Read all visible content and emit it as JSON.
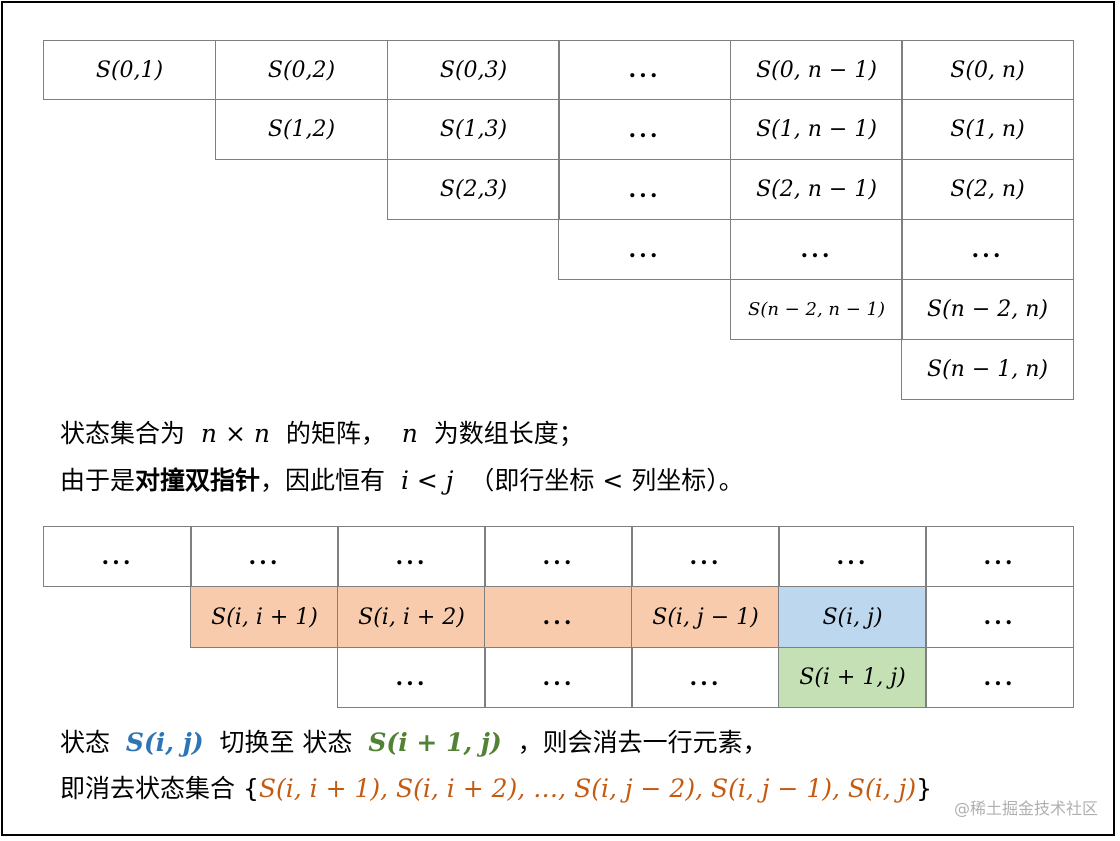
{
  "matrix_top": [
    [
      "S(0,1)",
      "S(0,2)",
      "S(0,3)",
      "...",
      "S(0, n − 1)",
      "S(0, n)"
    ],
    [
      "S(1,2)",
      "S(1,3)",
      "...",
      "S(1, n − 1)",
      "S(1, n)"
    ],
    [
      "S(2,3)",
      "...",
      "S(2, n − 1)",
      "S(2, n)"
    ],
    [
      "...",
      "...",
      "..."
    ],
    [
      "S(n − 2, n − 1)",
      "S(n − 2, n)"
    ],
    [
      "S(n − 1, n)"
    ]
  ],
  "note1": {
    "line1_a": "状态集合为 ",
    "line1_math1": "n × n",
    "line1_b": " 的矩阵， ",
    "line1_math2": "n",
    "line1_c": " 为数组长度；",
    "line2_a": "由于是",
    "line2_bold": "对撞双指针",
    "line2_b": "，因此恒有 ",
    "line2_math": "i < j",
    "line2_c": " （即行坐标 < 列坐标）。"
  },
  "matrix_bottom": {
    "row1": [
      "...",
      "...",
      "...",
      "...",
      "...",
      "...",
      "..."
    ],
    "row2": [
      "S(i, i + 1)",
      "S(i, i + 2)",
      "...",
      "S(i, j − 1)",
      "S(i, j)",
      "..."
    ],
    "row3": [
      "...",
      "...",
      "...",
      "S(i + 1, j)",
      "..."
    ]
  },
  "note2": {
    "line1_a": "状态 ",
    "line1_math_blue": "S(i, j)",
    "line1_b": " 切换至 状态 ",
    "line1_math_green": "S(i + 1, j)",
    "line1_c": " ，则会消去一行元素，",
    "line2_a": "即消去状态集合 {",
    "line2_set": "S(i, i + 1), S(i, i + 2), …, S(i, j − 2), S(i, j − 1), S(i, j)",
    "line2_b": "}"
  },
  "watermark": "@稀土掘金技术社区",
  "colors": {
    "orange_fill": "#f8cbad",
    "blue_fill": "#bdd7ee",
    "green_fill": "#c5e0b4",
    "blue_text": "#2e75b6",
    "green_text": "#548235",
    "orange_text": "#c55a11"
  }
}
